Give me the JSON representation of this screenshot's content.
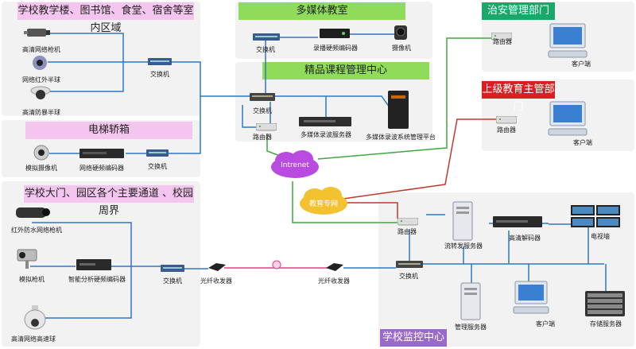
{
  "zones": {
    "campus_indoor": "学校教学楼、图书馆、食堂、宿舍等室内区域",
    "elevator": "电梯轿箱",
    "perimeter": "学校大门、园区各个主要通道 、校园周界",
    "multimedia": "多媒体教室",
    "course_center": "精品课程管理中心",
    "police": "治安管理部门",
    "education": "上级教育主管部门",
    "monitor_center": "学校监控中心"
  },
  "labels": {
    "hd_gun_cam": "高清网络枪机",
    "ir_dome": "网络红外半球",
    "hd_vandal_dome": "高清防暴半球",
    "switch": "交换机",
    "analog_cam": "模拟摄像机",
    "net_encoder": "网络硬频编码器",
    "ir_waterproof_gun": "红外防水网络枪机",
    "analog_gun": "模拟枪机",
    "smart_encoder": "智能分析硬频编码器",
    "hd_speed_dome": "高清网络高速球",
    "fiber_transceiver": "光纤收发器",
    "rec_encoder": "录播硬频编码器",
    "camera": "摄像机",
    "mm_server": "多媒体录波服务器",
    "mm_platform": "多媒体录波系统管理平台",
    "router": "路由器",
    "client": "客户端",
    "internet": "Intrenet",
    "edu_net": "教育专网",
    "stream_server": "流转发服务器",
    "hd_decoder": "高清解码器",
    "video_wall": "电视墙",
    "mgmt_server": "管理服务器",
    "storage_server": "存储服务器"
  },
  "colors": {
    "blue_link": "#2f78c4",
    "green_link": "#3fa83f",
    "red_link": "#c0392b",
    "pink_fiber": "#e0408a"
  }
}
